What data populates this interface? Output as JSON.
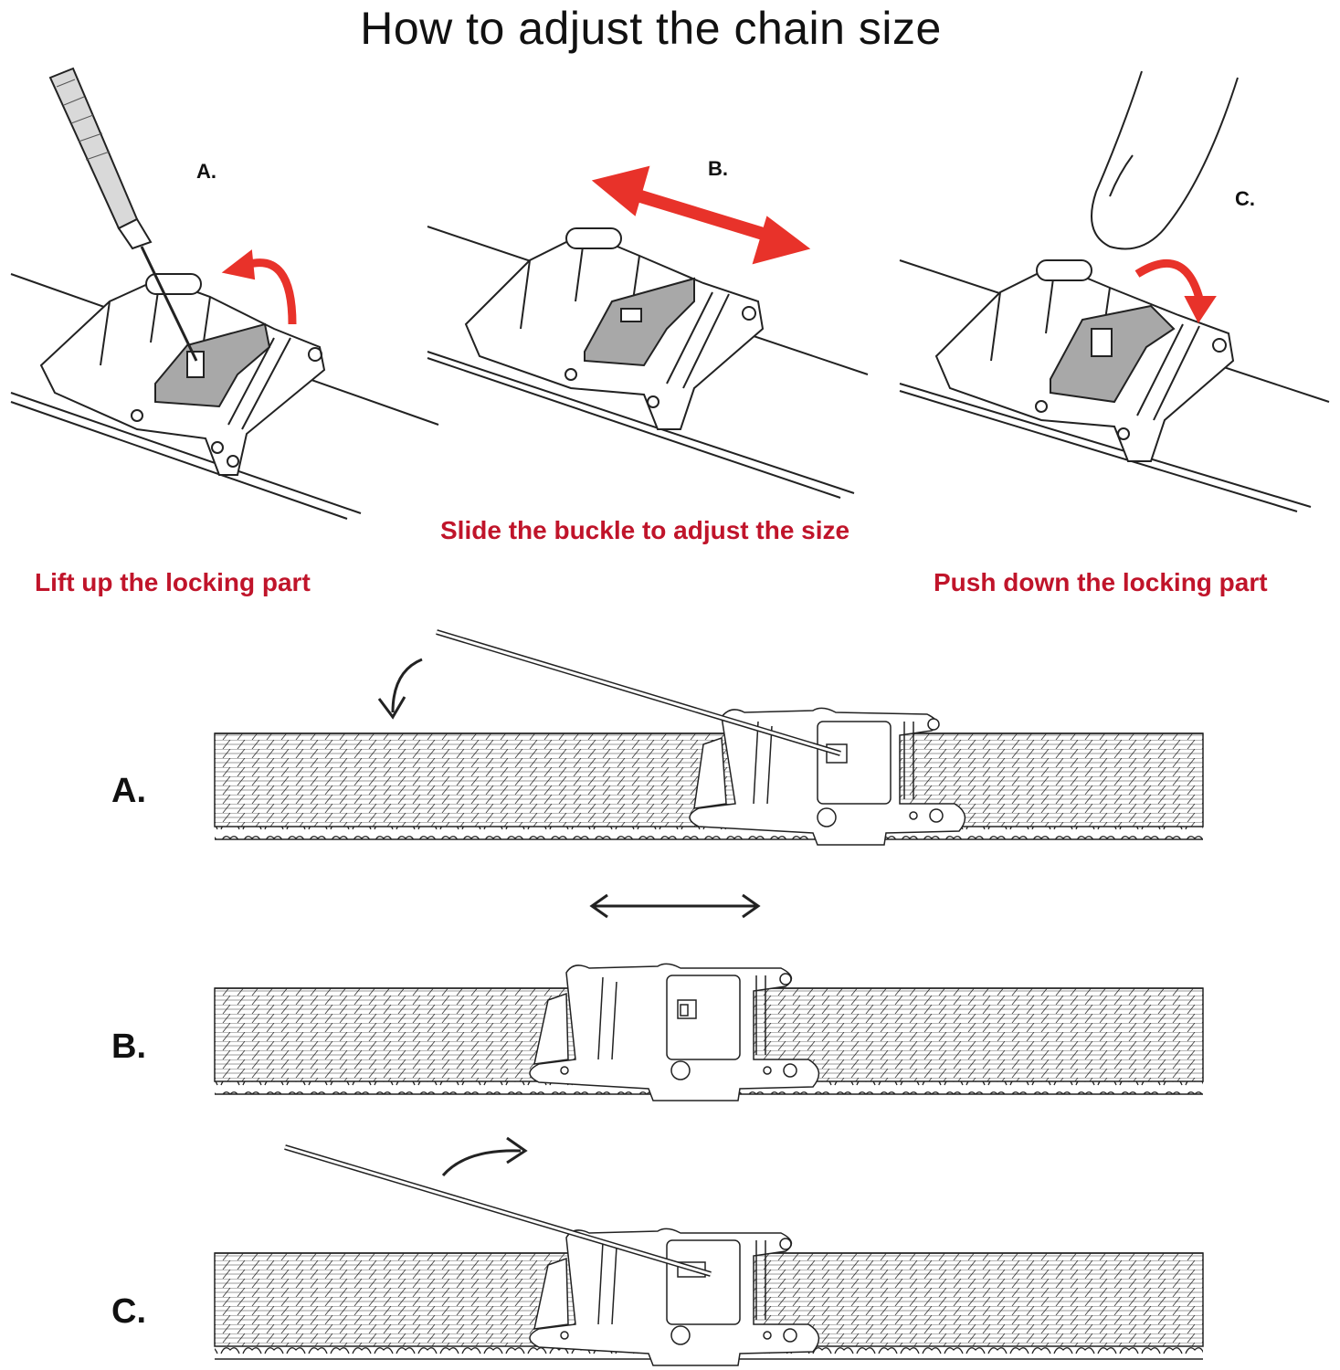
{
  "title": "How to adjust the chain size",
  "steps": [
    {
      "letter": "A.",
      "caption": "Lift up the locking part"
    },
    {
      "letter": "B.",
      "caption": "Slide the buckle to adjust the size"
    },
    {
      "letter": "C.",
      "caption": "Push down the locking part"
    }
  ],
  "rows": [
    {
      "letter": "A."
    },
    {
      "letter": "B."
    },
    {
      "letter": "C."
    }
  ],
  "colors": {
    "arrow_red": "#e8322a",
    "caption_red": "#c0142a",
    "lock_gray": "#a8a8a8"
  }
}
